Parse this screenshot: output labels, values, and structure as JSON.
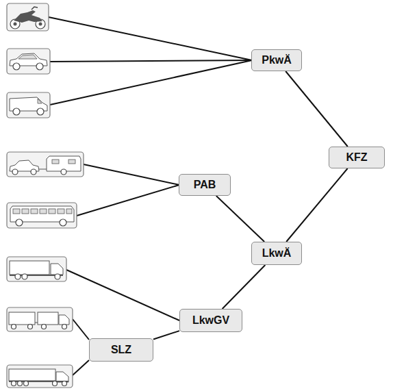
{
  "diagram": {
    "nodes": [
      {
        "text": [
          "PkwÄ"
        ]
      },
      {
        "text": [
          "KFZ"
        ]
      },
      {
        "text": [
          "PAB"
        ]
      },
      {
        "text": [
          "LkwÄ"
        ]
      },
      {
        "text": [
          "LkwGV"
        ]
      },
      {
        "text": [
          "SLZ"
        ]
      }
    ],
    "edges": [
      {
        "from": 0,
        "to": 1,
        "arrow": "none"
      },
      {
        "from": 2,
        "to": 3,
        "arrow": "none"
      },
      {
        "from": 4,
        "to": 3,
        "arrow": "none"
      },
      {
        "from": 5,
        "to": 4,
        "arrow": "none"
      },
      {
        "from": 3,
        "to": 1,
        "arrow": "none"
      }
    ]
  }
}
